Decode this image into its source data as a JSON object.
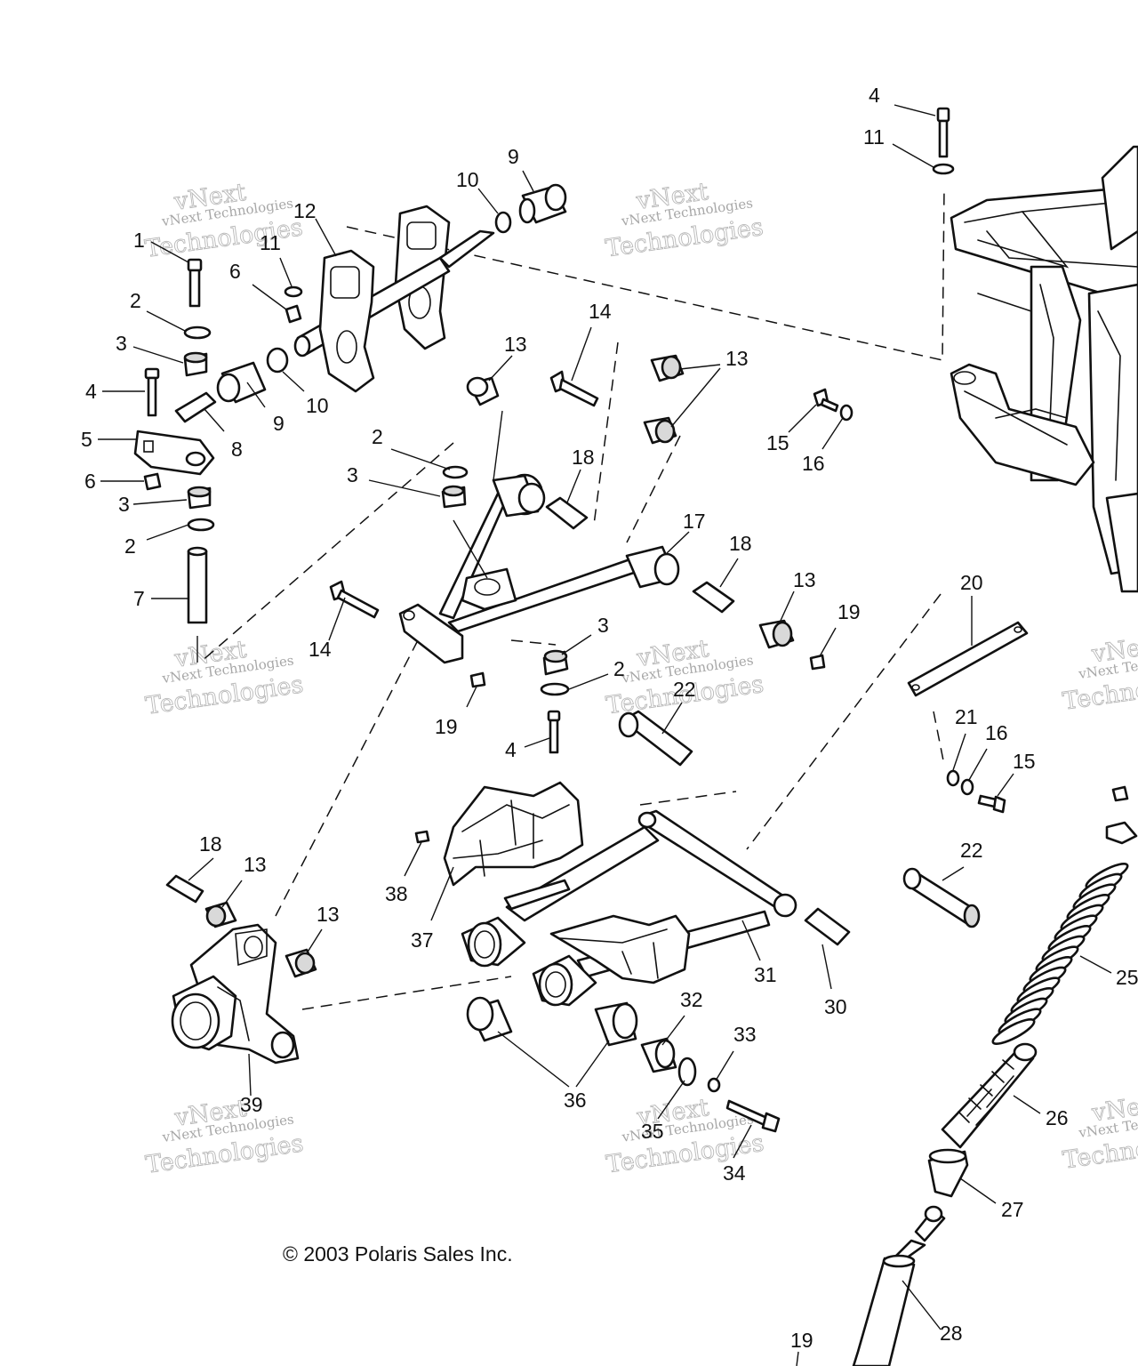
{
  "copyright": "© 2003 Polaris Sales Inc.",
  "watermark": {
    "small": "vNext Technologies",
    "big_top": "vNext",
    "big_bottom": "Technologies"
  },
  "callouts": {
    "c1": "1",
    "c2a": "2",
    "c2b": "2",
    "c2c": "2",
    "c2d": "2",
    "c3a": "3",
    "c3b": "3",
    "c3c": "3",
    "c3d": "3",
    "c4a": "4",
    "c4b": "4",
    "c4c": "4",
    "c5": "5",
    "c6a": "6",
    "c6b": "6",
    "c7": "7",
    "c8": "8",
    "c9a": "9",
    "c9b": "9",
    "c10a": "10",
    "c10b": "10",
    "c11a": "11",
    "c11b": "11",
    "c12": "12",
    "c13a": "13",
    "c13b": "13",
    "c13c": "13",
    "c13d": "13",
    "c13e": "13",
    "c14a": "14",
    "c14b": "14",
    "c15a": "15",
    "c15b": "15",
    "c16a": "16",
    "c16b": "16",
    "c17": "17",
    "c18a": "18",
    "c18b": "18",
    "c18c": "18",
    "c19a": "19",
    "c19b": "19",
    "c19c": "19",
    "c20": "20",
    "c21": "21",
    "c22a": "22",
    "c22b": "22",
    "c25": "25",
    "c26": "26",
    "c27": "27",
    "c28": "28",
    "c30": "30",
    "c31": "31",
    "c32": "32",
    "c33": "33",
    "c34": "34",
    "c35": "35",
    "c36": "36",
    "c37": "37",
    "c38": "38",
    "c39": "39"
  }
}
